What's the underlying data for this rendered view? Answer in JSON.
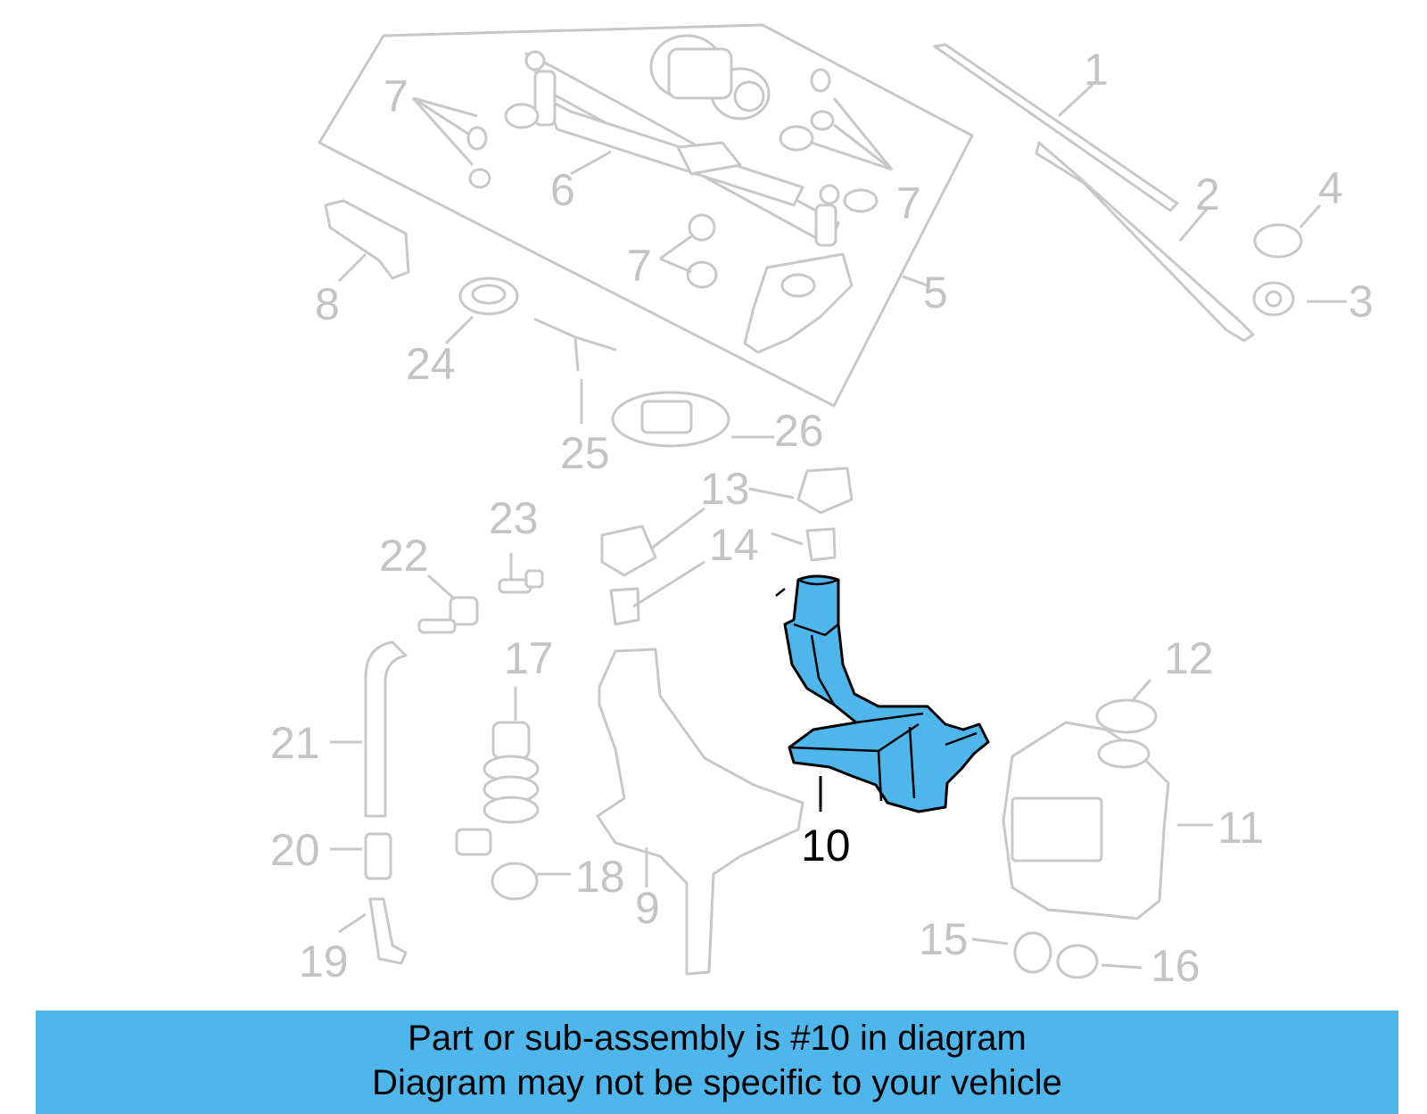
{
  "diagram": {
    "highlight_color": "#4fb6ec",
    "highlighted_part": "10",
    "callouts": [
      {
        "id": "c1",
        "label": "1"
      },
      {
        "id": "c2",
        "label": "2"
      },
      {
        "id": "c3",
        "label": "3"
      },
      {
        "id": "c4",
        "label": "4"
      },
      {
        "id": "c5",
        "label": "5"
      },
      {
        "id": "c6",
        "label": "6"
      },
      {
        "id": "c7a",
        "label": "7"
      },
      {
        "id": "c7b",
        "label": "7"
      },
      {
        "id": "c7c",
        "label": "7"
      },
      {
        "id": "c8",
        "label": "8"
      },
      {
        "id": "c9",
        "label": "9"
      },
      {
        "id": "c10",
        "label": "10"
      },
      {
        "id": "c11",
        "label": "11"
      },
      {
        "id": "c12",
        "label": "12"
      },
      {
        "id": "c13",
        "label": "13"
      },
      {
        "id": "c14",
        "label": "14"
      },
      {
        "id": "c15",
        "label": "15"
      },
      {
        "id": "c16",
        "label": "16"
      },
      {
        "id": "c17",
        "label": "17"
      },
      {
        "id": "c18",
        "label": "18"
      },
      {
        "id": "c19",
        "label": "19"
      },
      {
        "id": "c20",
        "label": "20"
      },
      {
        "id": "c21",
        "label": "21"
      },
      {
        "id": "c22",
        "label": "22"
      },
      {
        "id": "c23",
        "label": "23"
      },
      {
        "id": "c24",
        "label": "24"
      },
      {
        "id": "c25",
        "label": "25"
      },
      {
        "id": "c26",
        "label": "26"
      }
    ]
  },
  "banner": {
    "line1": "Part or sub-assembly is #10 in diagram",
    "line2": "Diagram may not be specific to your vehicle",
    "background": "#4fb6ec"
  }
}
